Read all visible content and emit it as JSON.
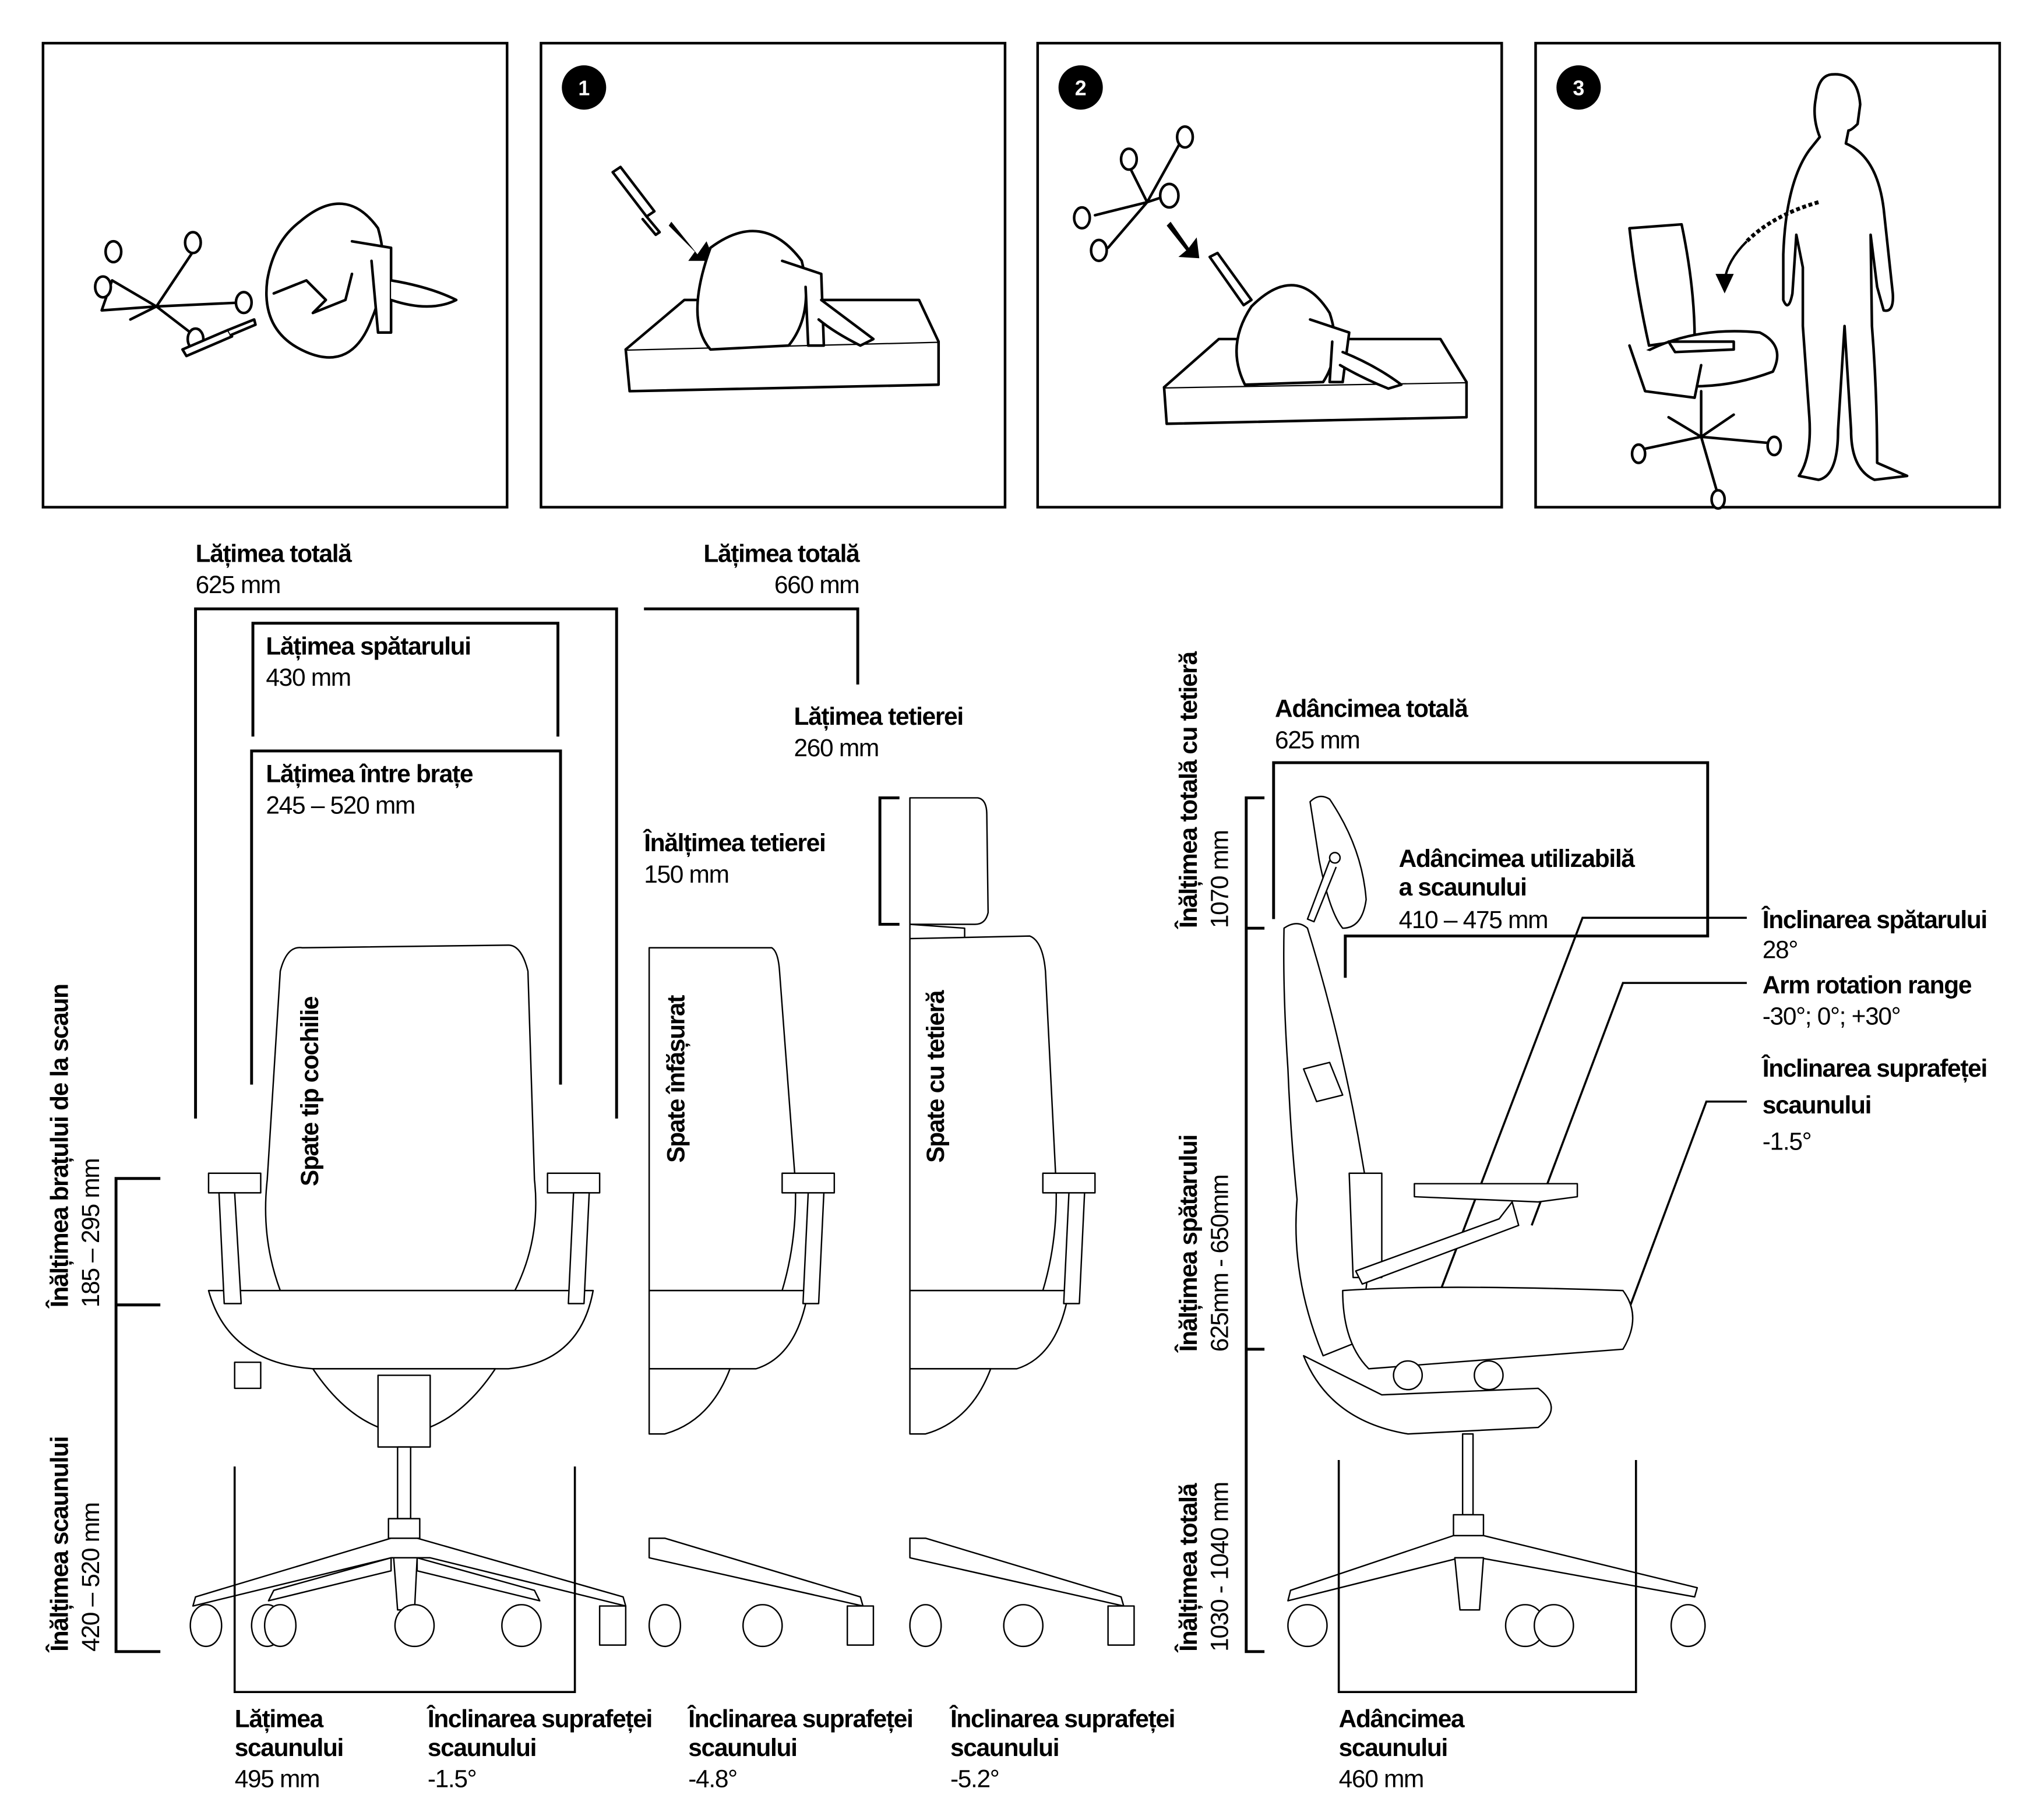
{
  "steps": [
    {
      "number": "",
      "icon": "unboxed-chair-parts-icon"
    },
    {
      "number": "1",
      "icon": "insert-cylinder-into-chair-icon"
    },
    {
      "number": "2",
      "icon": "attach-base-to-cylinder-icon"
    },
    {
      "number": "3",
      "icon": "assembled-chair-with-person-icon"
    }
  ],
  "front_view": {
    "overall_width": {
      "title": "Lățimea totală",
      "value": "625 mm"
    },
    "back_width": {
      "title": "Lățimea spătarului",
      "value": "430 mm"
    },
    "width_between_arms": {
      "title": "Lățimea între brațe",
      "value": "245 – 520 mm"
    },
    "arm_height": {
      "title": "Înălțimea brațului de la scaun",
      "value": "185 – 295 mm"
    },
    "seat_height": {
      "title": "Înălțimea scaunului",
      "value": "420 – 520 mm"
    },
    "back_type": "Spate tip cochilie",
    "seat_width": {
      "title_line1": "Lățimea",
      "title_line2": "scaunului",
      "value": "495 mm"
    },
    "seat_tilt": {
      "title_line1": "Înclinarea suprafeței",
      "title_line2": "scaunului",
      "value": "-1.5°"
    }
  },
  "wrap_view": {
    "overall_width": {
      "title": "Lățimea totală",
      "value": "660 mm"
    },
    "headrest_height": {
      "title": "Înălțimea tetierei",
      "value": "150 mm"
    },
    "back_type": "Spate înfășurat",
    "seat_tilt": {
      "title_line1": "Înclinarea suprafeței",
      "title_line2": "scaunului",
      "value": "-4.8°"
    }
  },
  "headrest_view": {
    "headrest_width": {
      "title": "Lățimea tetierei",
      "value": "260 mm"
    },
    "back_type": "Spate cu tetieră",
    "seat_tilt": {
      "title_line1": "Înclinarea suprafeței",
      "title_line2": "scaunului",
      "value": "-5.2°"
    }
  },
  "side_view": {
    "overall_depth": {
      "title": "Adâncimea totală",
      "value": "625 mm"
    },
    "usable_seat_depth": {
      "title_line1": "Adâncimea utilizabilă",
      "title_line2": "a scaunului",
      "value": "410 – 475 mm"
    },
    "height_with_headrest": {
      "title": "Înălțimea totală cu tetieră",
      "value": "1070 mm"
    },
    "back_height": {
      "title": "Înălțimea spătarului",
      "value": "625mm - 650mm"
    },
    "overall_height": {
      "title": "Înălțimea totală",
      "value": "1030 - 1040 mm"
    },
    "back_tilt": {
      "title": "Înclinarea spătarului",
      "value": "28°"
    },
    "arm_rotation": {
      "title": "Arm rotation range",
      "value": "-30°; 0°; +30°"
    },
    "seat_tilt": {
      "title_line1": "Înclinarea suprafeței",
      "title_line2": "scaunului",
      "value": "-1.5°"
    },
    "seat_depth": {
      "title_line1": "Adâncimea",
      "title_line2": "scaunului",
      "value": "460 mm"
    }
  }
}
